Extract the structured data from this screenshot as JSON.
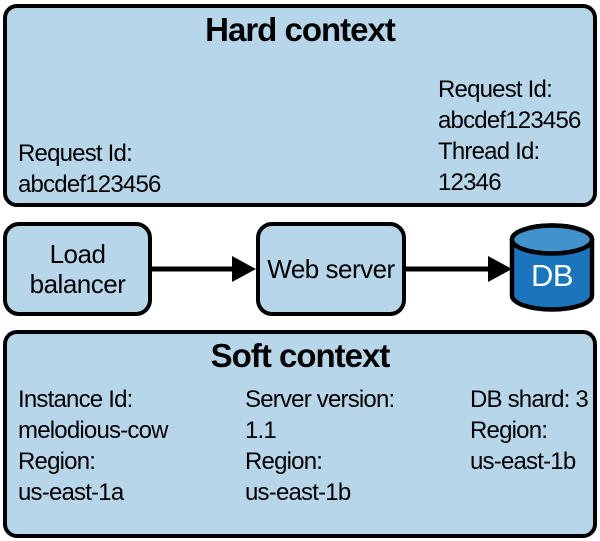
{
  "colors": {
    "box_fill": "#b8d6ea",
    "border": "#000000",
    "db_body": "#1b75bc",
    "db_top": "#4292ce",
    "db_text": "#ffffff"
  },
  "hard_context": {
    "title": "Hard context",
    "left_lines": [
      "Request Id:",
      "abcdef123456"
    ],
    "right_lines": [
      "Request Id:",
      "abcdef123456",
      "Thread Id:",
      "12346"
    ]
  },
  "flow": {
    "load_balancer": "Load balancer",
    "web_server": "Web server",
    "db": "DB"
  },
  "soft_context": {
    "title": "Soft context",
    "columns": [
      {
        "lines": [
          "Instance Id:",
          "melodious-cow",
          "Region:",
          "us-east-1a"
        ]
      },
      {
        "lines": [
          "Server version:",
          "1.1",
          "Region:",
          "us-east-1b"
        ]
      },
      {
        "lines": [
          "DB shard: 3",
          "Region:",
          "us-east-1b"
        ]
      }
    ]
  }
}
